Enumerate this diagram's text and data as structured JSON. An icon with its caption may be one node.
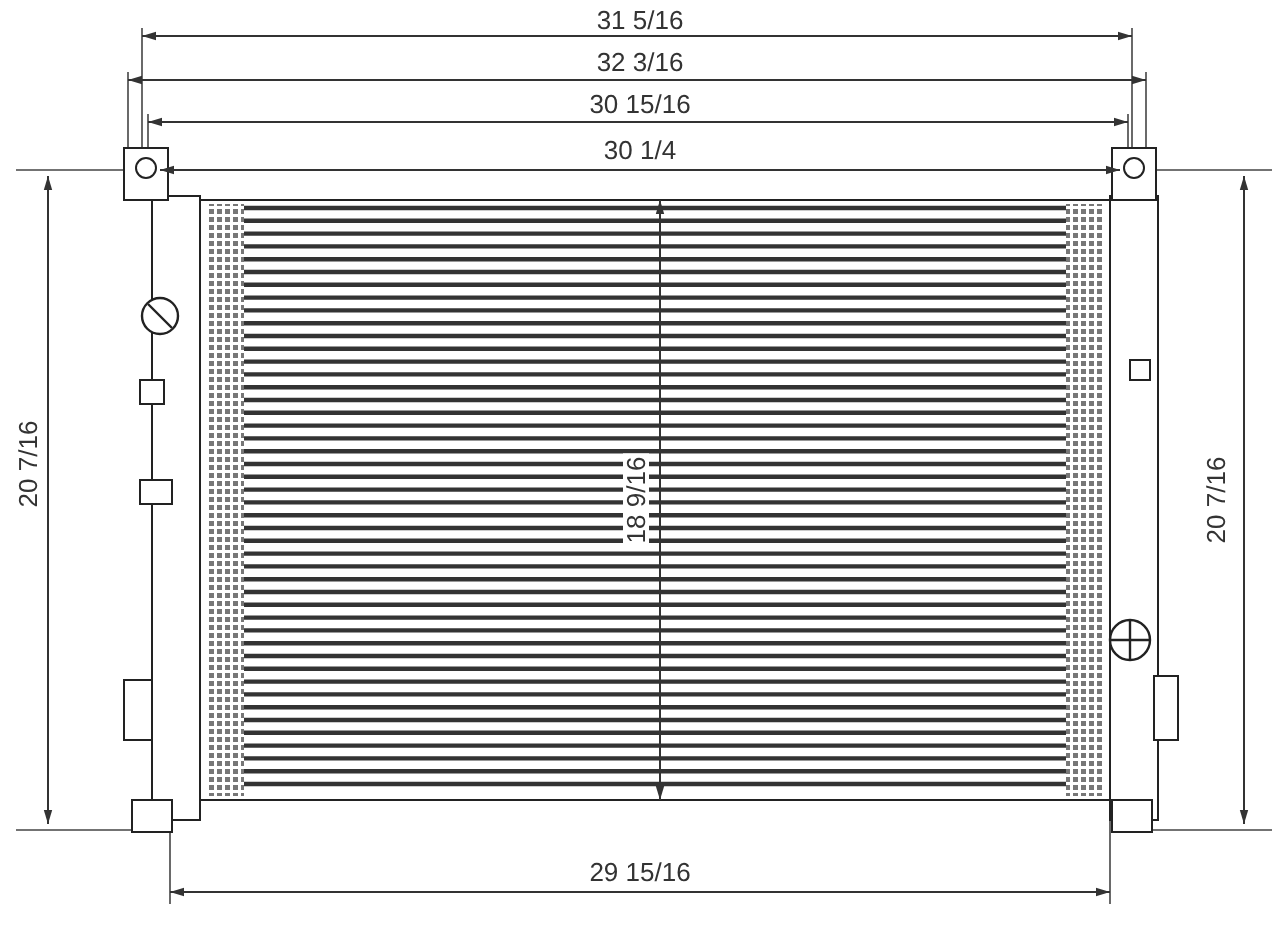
{
  "diagram": {
    "labels": [
      "31 5/16",
      "32 3/16",
      "30 15/16",
      "30 1/4",
      "20 7/16",
      "18 9/16",
      "20 7/16",
      "29 15/16"
    ]
  }
}
